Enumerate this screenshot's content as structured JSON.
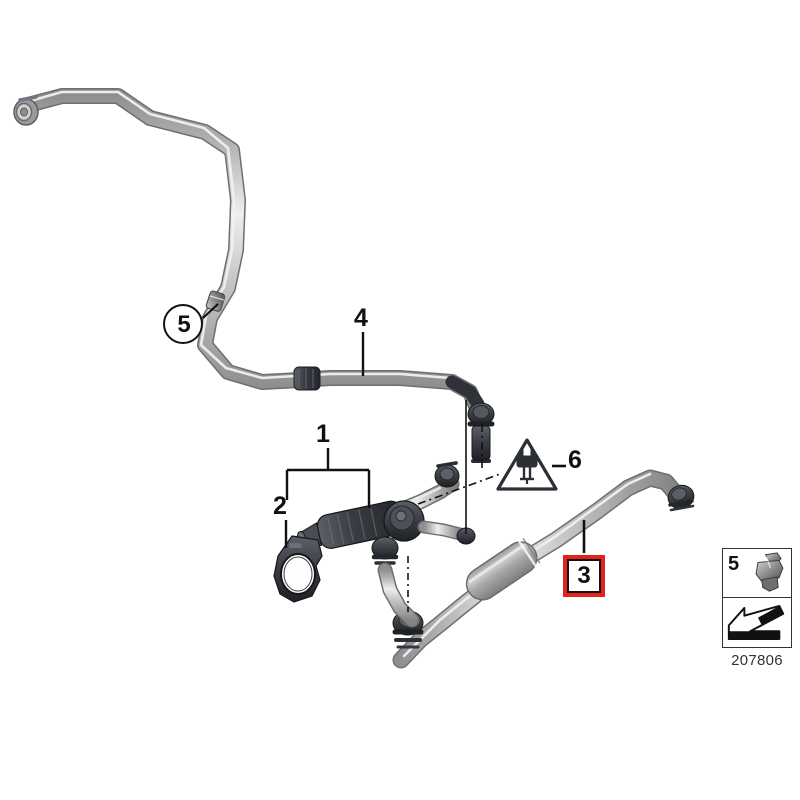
{
  "diagram": {
    "title": "Vacuum hose and line assembly parts diagram",
    "reference_number": "207806",
    "background_color": "#ffffff",
    "hose_color": "#b4b4b4",
    "hose_highlight_color": "#e6e6e6",
    "hose_shadow_color": "#8a8a8a",
    "connector_color": "#3c3f45",
    "callout_text_color": "#111111",
    "highlight_color": "#e2231a"
  },
  "callouts": [
    {
      "id": "1",
      "label": "1",
      "style": "bracket",
      "description": "vacuum control valve assembly"
    },
    {
      "id": "2",
      "label": "2",
      "style": "leader-line",
      "description": "rubber mounting grommet ring"
    },
    {
      "id": "3",
      "label": "3",
      "style": "red-box",
      "highlighted": true,
      "description": "vacuum hose with damper"
    },
    {
      "id": "4",
      "label": "4",
      "style": "leader-line",
      "description": "upper vacuum line"
    },
    {
      "id": "5",
      "label": "5",
      "style": "circle",
      "description": "retaining clip"
    },
    {
      "id": "6",
      "label": "6",
      "style": "warning-triangle",
      "description": "electrical connector symbol"
    }
  ],
  "legend": {
    "number": "5",
    "icon_top": "clip-icon",
    "icon_bottom": "arrow-icon",
    "code": "207806"
  }
}
